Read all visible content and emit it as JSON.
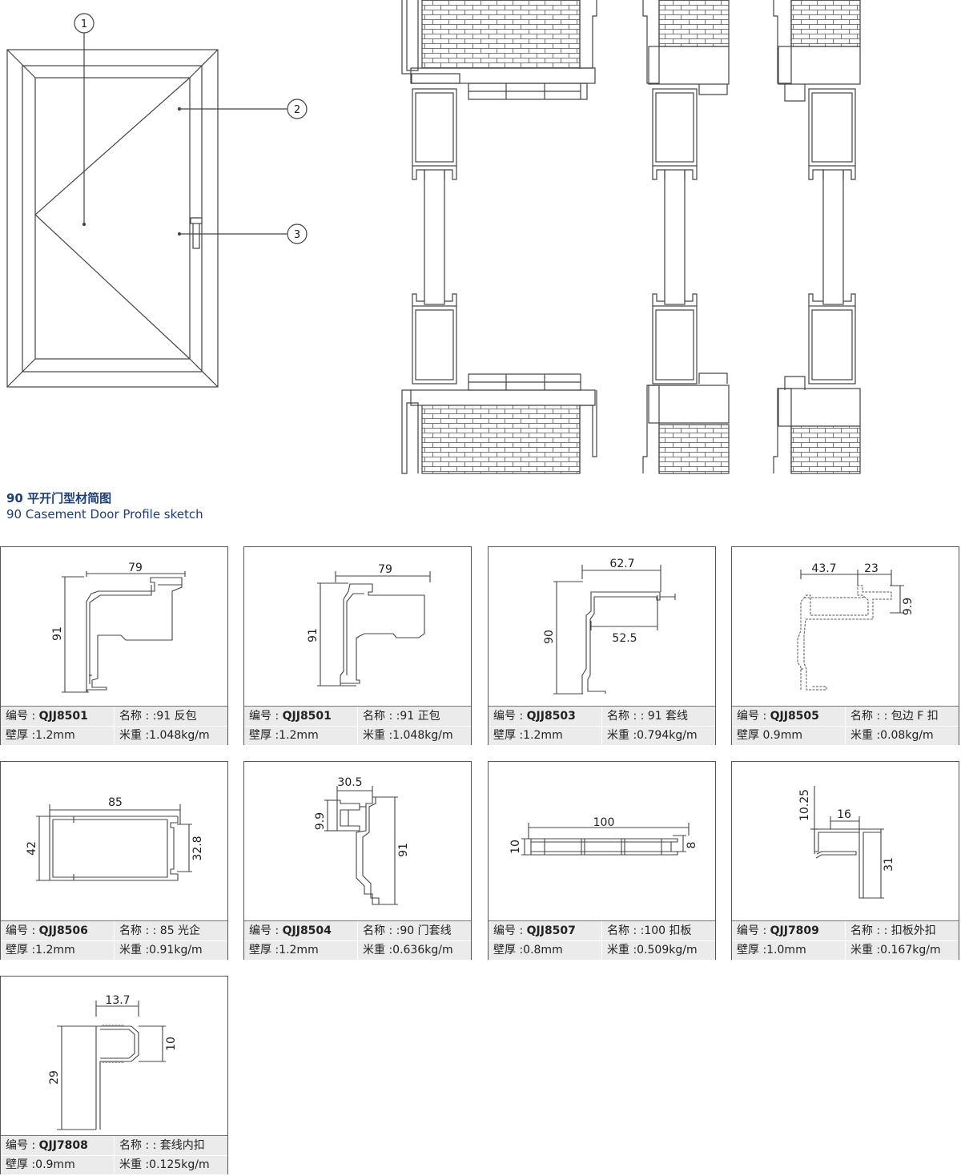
{
  "heading": {
    "zh": "90 平开门型材简图",
    "en": "90 Casement Door Profile sketch"
  },
  "door": {
    "callouts": [
      "1",
      "2",
      "3"
    ]
  },
  "labels": {
    "code": "编号 : ",
    "name": "名称 : ",
    "wall": "壁厚 ",
    "weight": "米重 "
  },
  "profiles": [
    {
      "code": "QJJ8501",
      "name": ":91 反包",
      "wall": ":1.2mm",
      "weight": ":1.048kg/m",
      "dims": [
        "79",
        "91"
      ]
    },
    {
      "code": "QJJ8501",
      "name": ":91 正包",
      "wall": ":1.2mm",
      "weight": ":1.048kg/m",
      "dims": [
        "79",
        "91"
      ]
    },
    {
      "code": "QJJ8503",
      "name": ": 91 套线",
      "wall": ":1.2mm",
      "weight": ":0.794kg/m",
      "dims": [
        "62.7",
        "90",
        "52.5"
      ]
    },
    {
      "code": "QJJ8505",
      "name": ": 包边 F 扣",
      "wall": " 0.9mm",
      "weight": ":0.08kg/m",
      "dims": [
        "43.7",
        "23",
        "9.9"
      ]
    },
    {
      "code": "QJJ8506",
      "name": ": 85 光企",
      "wall": ":1.2mm",
      "weight": ":0.91kg/m",
      "dims": [
        "85",
        "42",
        "32.8"
      ]
    },
    {
      "code": "QJJ8504",
      "name": ":90 门套线",
      "wall": ":1.2mm",
      "weight": ":0.636kg/m",
      "dims": [
        "30.5",
        "9.9",
        "91"
      ]
    },
    {
      "code": "QJJ8507",
      "name": ":100 扣板",
      "wall": ":0.8mm",
      "weight": ":0.509kg/m",
      "dims": [
        "100",
        "10",
        "8"
      ]
    },
    {
      "code": "QJJ7809",
      "name": ": 扣板外扣",
      "wall": ":1.0mm",
      "weight": ":0.167kg/m",
      "dims": [
        "10.25",
        "16",
        "31"
      ]
    },
    {
      "code": "QJJ7808",
      "name": ": 套线内扣",
      "wall": ":0.9mm",
      "weight": ":0.125kg/m",
      "dims": [
        "13.7",
        "10",
        "29"
      ]
    }
  ]
}
